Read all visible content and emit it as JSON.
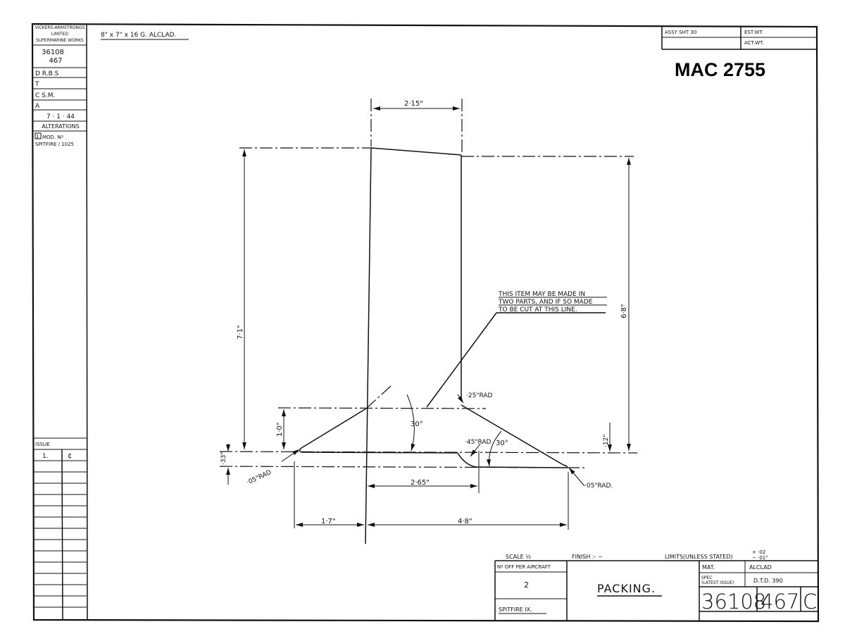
{
  "material_note": "8\" x 7\" x 16 G. ALCLAD.",
  "reference_mark": "MAC 2755",
  "left_block": {
    "company_line1": "VICKERS-ARMSTRONGS",
    "company_line2": "LIMITED",
    "company_line3": "SUPERMARINE WORKS",
    "drawing_no": "36108",
    "part_no": "467",
    "drawn": "D R.B.S",
    "traced": "T",
    "checked": "C S.M.",
    "approved": "A",
    "date": "7 · 1 · 44",
    "alterations_label": "ALTERATIONS",
    "alteration_1_num": "1",
    "alteration_1_text_1": "MOD. Nº",
    "alteration_1_text_2": "SPITFIRE / 1025",
    "issue_label": "ISSUE",
    "issue_num": "1.",
    "issue_mark": "¢"
  },
  "top_block": {
    "assy_label": "ASSY  SHT  30",
    "est_wt": "EST.WT.",
    "act_wt": "ACT.WT."
  },
  "dimensions": {
    "top_width": "2·15\"",
    "left_height": "7·1\"",
    "right_height": "6·8\"",
    "step": "1·0\"",
    "base_thk": "·33\"",
    "right_thk": "·12\"",
    "angle_left": "30°",
    "angle_right": "30°",
    "rad_top": "·25\"RAD",
    "rad_mid": "·45\"RAD",
    "rad_left": "·05\"RAD",
    "rad_right": "·05\"RAD.",
    "mid_width": "2·65\"",
    "bot_left": "1·7\"",
    "bot_right": "4·8\""
  },
  "note": {
    "line1": "THIS ITEM MAY BE MADE IN",
    "line2": "TWO PARTS, AND IF SO MADE",
    "line3": "TO BE CUT AT THIS LINE."
  },
  "title_block": {
    "scale": "SCALE ½",
    "finish": "FINISH :-   ~",
    "limits": "LIMITS(UNLESS STATED)",
    "limits_plus": "+ ·02",
    "limits_minus": "− ·01\"",
    "no_off_label": "Nº OFF PER AIRCRAFT",
    "no_off_value": "2",
    "aircraft": "SPITFIRE IX.",
    "title": "PACKING.",
    "mat_label": "MAT.",
    "mat_value": "ALCLAD",
    "spec_label_1": "SPEC",
    "spec_label_2": "(LATEST ISSUE)",
    "spec_value": "D.T.D. 390",
    "drawing_no": "36108",
    "part_no": "467",
    "issue_letter": "C"
  }
}
